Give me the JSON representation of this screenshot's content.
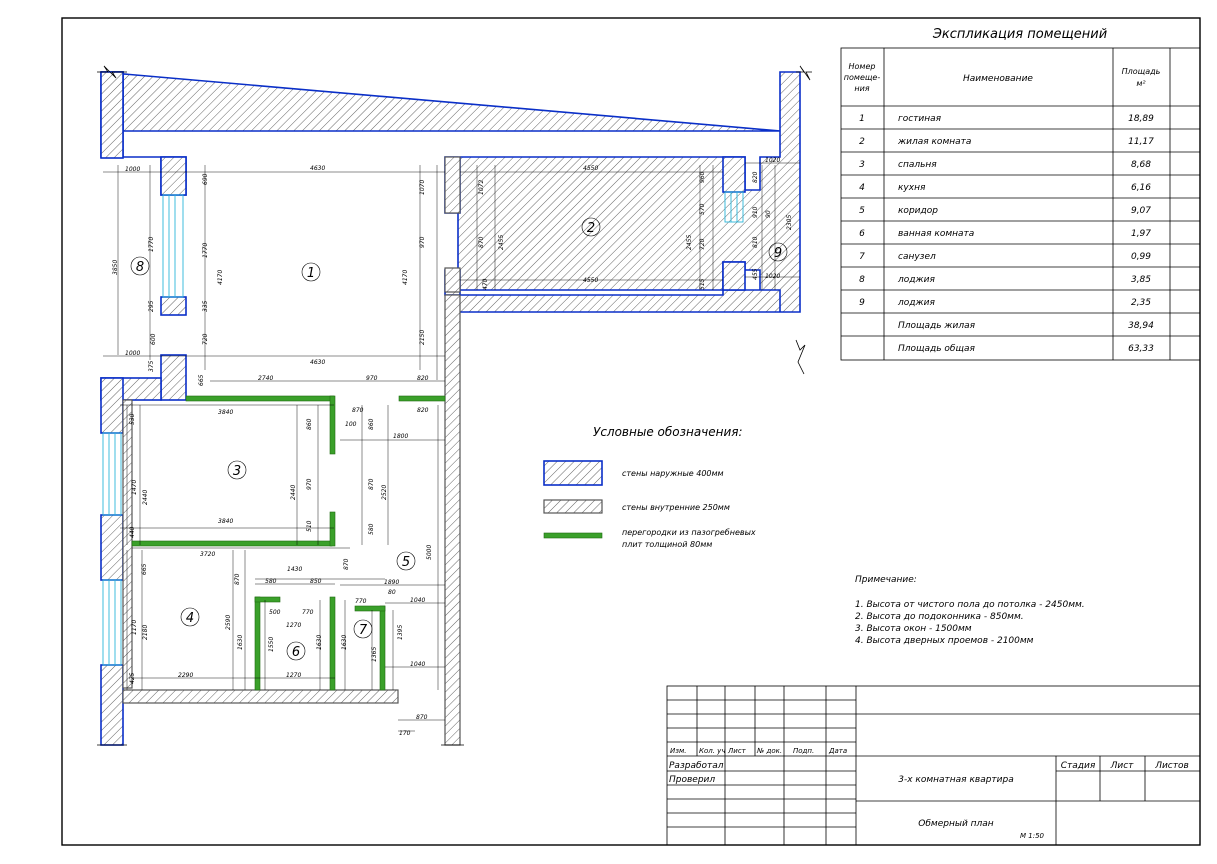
{
  "explication": {
    "title": "Экспликация помещений",
    "head_no": [
      "Номер",
      "помеще-",
      "ния"
    ],
    "head_name": "Наименование",
    "head_area": [
      "Площадь",
      "м²"
    ],
    "rows": [
      {
        "no": "1",
        "name": "гостиная",
        "area": "18,89"
      },
      {
        "no": "2",
        "name": "жилая комната",
        "area": "11,17"
      },
      {
        "no": "3",
        "name": "спальня",
        "area": "8,68"
      },
      {
        "no": "4",
        "name": "кухня",
        "area": "6,16"
      },
      {
        "no": "5",
        "name": "коридор",
        "area": "9,07"
      },
      {
        "no": "6",
        "name": "ванная комната",
        "area": "1,97"
      },
      {
        "no": "7",
        "name": "санузел",
        "area": "0,99"
      },
      {
        "no": "8",
        "name": "лоджия",
        "area": "3,85"
      },
      {
        "no": "9",
        "name": "лоджия",
        "area": "2,35"
      },
      {
        "no": "",
        "name": "Площадь жилая",
        "area": "38,94"
      },
      {
        "no": "",
        "name": "Площадь общая",
        "area": "63,33"
      }
    ]
  },
  "legend": {
    "title": "Условные обозначения:",
    "items": [
      {
        "text": "стены наружные 400мм",
        "color": "#0a2fc8"
      },
      {
        "text": "стены внутренние 250мм",
        "color": "#555555"
      },
      {
        "text": "перегородки из пазогребневых",
        "text2": "плит толщиной 80мм",
        "color": "#3aa02a"
      }
    ]
  },
  "notes": {
    "title": "Примечание:",
    "items": [
      "1. Высота от чистого пола до потолка - 2450мм.",
      "2. Высота до подоконника - 850мм.",
      "3. Высота окон - 1500мм",
      "4. Высота дверных проемов - 2100мм"
    ]
  },
  "stamp": {
    "cols": [
      "Изм.",
      "Кол. уч",
      "Лист",
      "№ док.",
      "Подп.",
      "Дата"
    ],
    "developed": "Разработал",
    "checked": "Проверил",
    "project": "3-х комнатная квартира",
    "sheet_title": "Обмерный план",
    "scale": "М 1:50",
    "stage": "Стадия",
    "sheet": "Лист",
    "sheets": "Листов"
  },
  "rooms": [
    {
      "no": "1"
    },
    {
      "no": "2"
    },
    {
      "no": "3"
    },
    {
      "no": "4"
    },
    {
      "no": "5"
    },
    {
      "no": "6"
    },
    {
      "no": "7"
    },
    {
      "no": "8"
    },
    {
      "no": "9"
    }
  ],
  "dims": {
    "d1000a": "1000",
    "d1000b": "1000",
    "d4630a": "4630",
    "d4630b": "4630",
    "d4550a": "4550",
    "d4550b": "4550",
    "d1020a": "1020",
    "d1020b": "1020",
    "d3850": "3850",
    "d2305": "2305",
    "d4170a": "4170",
    "d4170b": "4170",
    "d1770a": "1770",
    "d1770b": "1770",
    "d2455a": "2455",
    "d2455b": "2455",
    "d2740": "2740",
    "d970a": "970",
    "d820a": "820",
    "d820b": "820",
    "d3840a": "3840",
    "d3840b": "3840",
    "d2440a": "2440",
    "d2440b": "2440",
    "d1470a": "1470",
    "d1800": "1800",
    "d2520": "2520",
    "d5000": "5000",
    "d3720": "3720",
    "d1430": "1430",
    "d580": "580",
    "d850": "850",
    "d500": "500",
    "d770a": "770",
    "d770b": "770",
    "d1270a": "1270",
    "d1270b": "1270",
    "d1890": "1890",
    "d1040a": "1040",
    "d1040b": "1040",
    "d2290": "2290",
    "d2180": "2180",
    "d2590": "2590",
    "d1630a": "1630",
    "d1630b": "1630",
    "d1630c": "1630",
    "d1550": "1550",
    "d1395": "1395",
    "d1365": "1365",
    "d1170": "1170",
    "d870a": "870",
    "d870b": "870",
    "d170": "170",
    "d665": "665",
    "d100": "100",
    "d80": "80",
    "d580b": "580",
    "d960": "960",
    "d860": "860",
    "d530": "530",
    "d440": "440",
    "d425": "425",
    "d665b": "665",
    "d600": "600",
    "d910": "910",
    "d720a": "720",
    "d720b": "720",
    "d1070": "1070",
    "d1072": "1072",
    "d2150": "2150",
    "d720c": "720",
    "d335": "335",
    "d295": "295",
    "d690": "690",
    "d860b": "860",
    "d570": "570",
    "d515": "515",
    "d455": "455",
    "d820c": "820",
    "d810": "810",
    "d90": "90",
    "d470": "470",
    "d375": "375",
    "d870c": "870",
    "d970b": "970",
    "d970c": "970",
    "d870d": "870",
    "d870e": "870",
    "d510": "510",
    "d580c": "580",
    "d870f": "870"
  }
}
